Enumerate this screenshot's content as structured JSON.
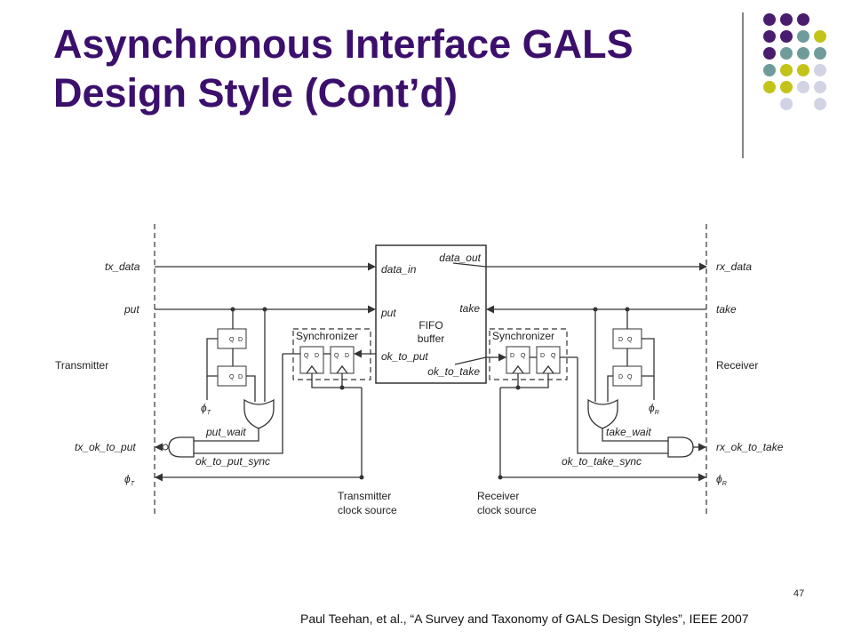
{
  "slide": {
    "title_line1": "Asynchronous Interface GALS",
    "title_line2": "Design Style (Cont’d)",
    "page_number": "47",
    "citation": "Paul Teehan, et al., “A Survey and Taxonomy of GALS Design Styles”, IEEE 2007"
  },
  "decoration": {
    "dot_colors": {
      "purple": "#4a1c6e",
      "teal": "#6f9b9b",
      "olive": "#c3c31a",
      "lavender": "#d3d3e6"
    }
  },
  "diagram": {
    "left_signals": {
      "tx_data": "tx_data",
      "put": "put",
      "tx_ok_to_put": "tx_ok_to_put",
      "phi": "ϕ",
      "phi_sub": "T"
    },
    "right_signals": {
      "rx_data": "rx_data",
      "take": "take",
      "rx_ok_to_take": "rx_ok_to_take",
      "phi": "ϕ",
      "phi_sub": "R"
    },
    "side_labels": {
      "transmitter": "Transmitter",
      "receiver": "Receiver"
    },
    "fifo": {
      "data_in": "data_in",
      "data_out": "data_out",
      "put": "put",
      "take": "take",
      "name_line1": "FIFO",
      "name_line2": "buffer",
      "ok_to_put": "ok_to_put",
      "ok_to_take": "ok_to_take"
    },
    "synchronizer_label": "Synchronizer",
    "ff_labels": {
      "q": "Q",
      "d": "D"
    },
    "wires": {
      "put_wait": "put_wait",
      "take_wait": "take_wait",
      "ok_to_put_sync": "ok_to_put_sync",
      "ok_to_take_sync": "ok_to_take_sync"
    },
    "clock_sources": {
      "transmitter_line1": "Transmitter",
      "transmitter_line2": "clock source",
      "receiver_line1": "Receiver",
      "receiver_line2": "clock source"
    },
    "local_phi": {
      "symbol": "ϕ",
      "t_sub": "T",
      "r_sub": "R"
    }
  }
}
